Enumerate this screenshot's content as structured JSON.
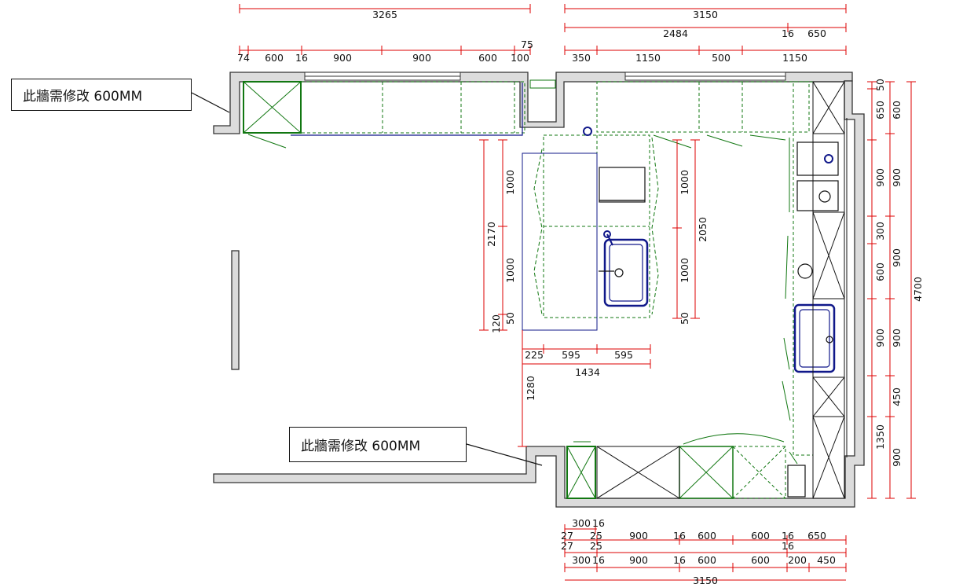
{
  "notes": [
    "此牆需修改 600MM",
    "此牆需修改 600MM"
  ],
  "colors": {
    "wall": "#555555",
    "dim": "#dd0000",
    "cabinet": "#117711",
    "fixture": "#10188a"
  },
  "dims": {
    "top_total_left": "3265",
    "top_total_right": "3150",
    "top_right_r2": [
      "2484",
      "16",
      "650"
    ],
    "top_left_r3": [
      "74",
      "600",
      "16",
      "900",
      "900",
      "600",
      "100"
    ],
    "top_left_r3_extra": "75",
    "top_right_r3": [
      "350",
      "1150",
      "500",
      "1150"
    ],
    "island_vertical_left": [
      "1000",
      "2170",
      "1000",
      "120",
      "50"
    ],
    "island_vertical_right": [
      "1000",
      "2050",
      "1000",
      "50"
    ],
    "island_bottom": [
      "225",
      "595",
      "595"
    ],
    "island_total": "1434",
    "left_vertical": "1280",
    "right_col1": [
      "50",
      "650",
      "900",
      "300",
      "600",
      "900",
      "450",
      "1350"
    ],
    "right_col2": [
      "600",
      "900",
      "900",
      "900",
      "900"
    ],
    "right_total": "4700",
    "bottom_r1": [
      "300",
      "16"
    ],
    "bottom_r2": [
      "27",
      "25",
      "900",
      "16",
      "600",
      "600",
      "16",
      "650"
    ],
    "bottom_r3": [
      "27",
      "25",
      "16"
    ],
    "bottom_r4": [
      "300",
      "16",
      "900",
      "16",
      "600",
      "600",
      "200",
      "450"
    ],
    "bottom_total": "3150"
  }
}
